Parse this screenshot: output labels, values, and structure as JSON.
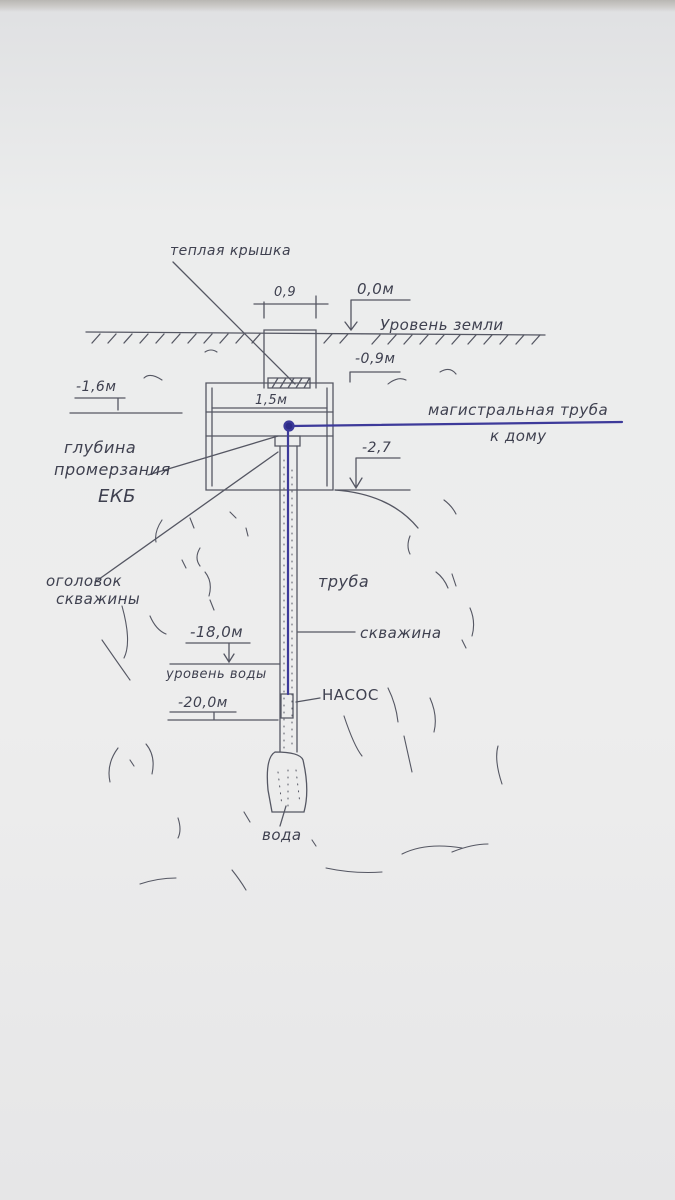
{
  "labels": {
    "warm_lid": "теплая крышка",
    "lid_width": "0,9",
    "ground_zero": "0,0м",
    "ground_level": "Уровень земли",
    "depth_09": "-0,9м",
    "depth_16": "-1,6м",
    "chamber_width": "1,5м",
    "main_pipe": "магистральная труба",
    "to_house": "к дому",
    "depth_27": "-2,7",
    "freeze_depth_line1": "глубина",
    "freeze_depth_line2": "промерзания",
    "freeze_depth_line3": "ЕКБ",
    "well_head_line1": "оголовок",
    "well_head_line2": "скважины",
    "pipe": "труба",
    "depth_18": "-18,0м",
    "borehole": "скважина",
    "water_level": "уровень воды",
    "depth_20": "-20,0м",
    "pump": "НАСОС",
    "water": "вода"
  },
  "colors": {
    "paper": "#ececec",
    "ink": "#3f4150",
    "pipe_ink": "#3d3a9a"
  }
}
